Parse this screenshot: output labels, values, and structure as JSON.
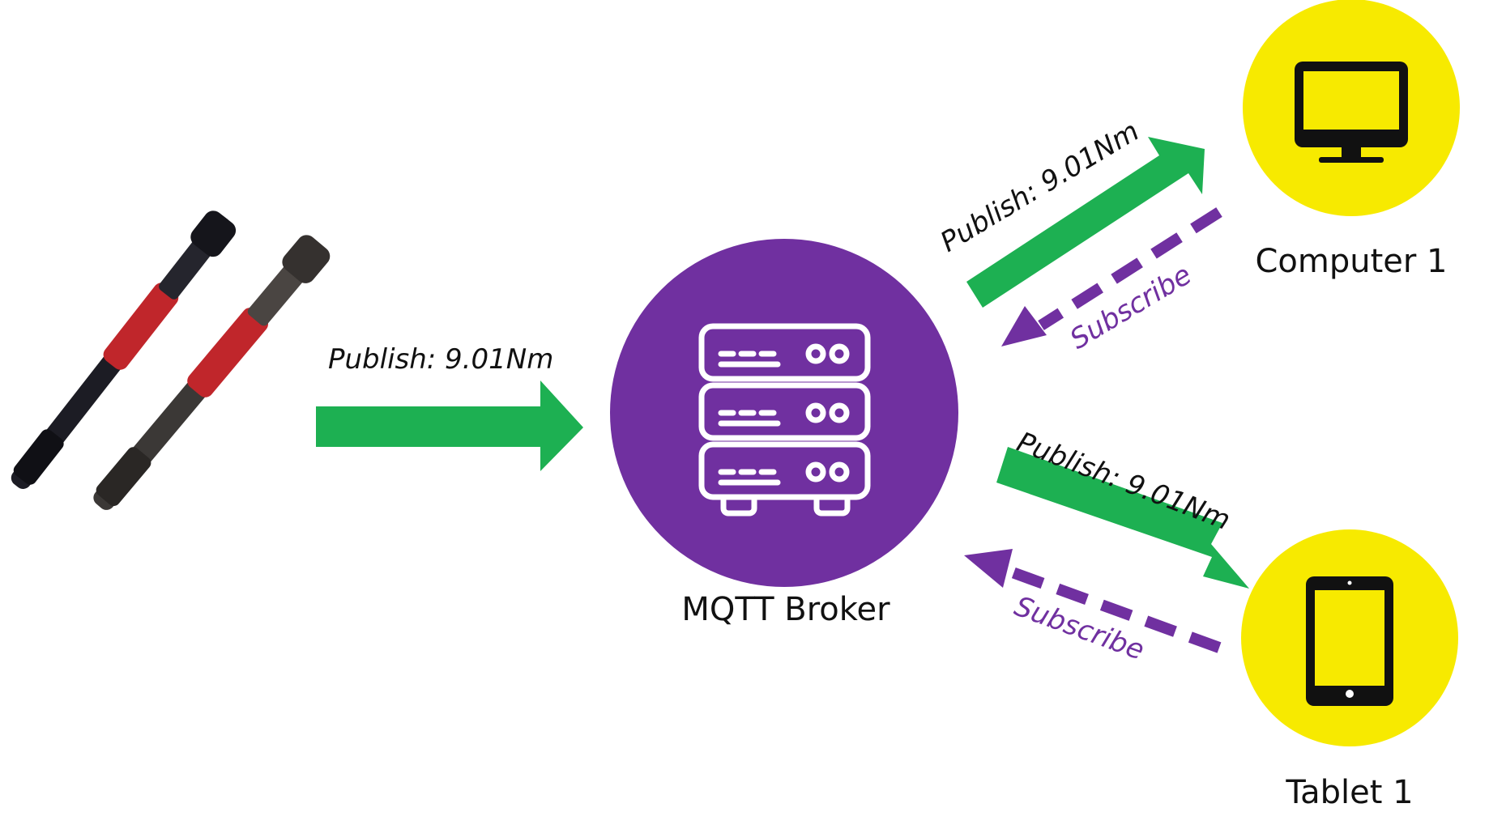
{
  "colors": {
    "publish_arrow": "#1db052",
    "subscribe_arrow": "#7030a0",
    "broker_circle": "#7030a0",
    "client_circle": "#f7ea00",
    "server_icon": "#ffffff",
    "device_icon": "#111111"
  },
  "icons": {
    "broker": "server-rack-icon",
    "computer": "monitor-icon",
    "tablet": "tablet-icon",
    "tools": "torque-wrench-icon"
  },
  "nodes": {
    "broker": {
      "label": "MQTT Broker"
    },
    "computer": {
      "label": "Computer 1"
    },
    "tablet": {
      "label": "Tablet 1"
    }
  },
  "edges": {
    "tools_to_broker": {
      "label": "Publish: 9.01Nm"
    },
    "broker_to_computer": {
      "label": "Publish: 9.01Nm"
    },
    "computer_subscribe": {
      "label": "Subscribe"
    },
    "broker_to_tablet": {
      "label": "Publish: 9.01Nm"
    },
    "tablet_subscribe": {
      "label": "Subscribe"
    }
  }
}
